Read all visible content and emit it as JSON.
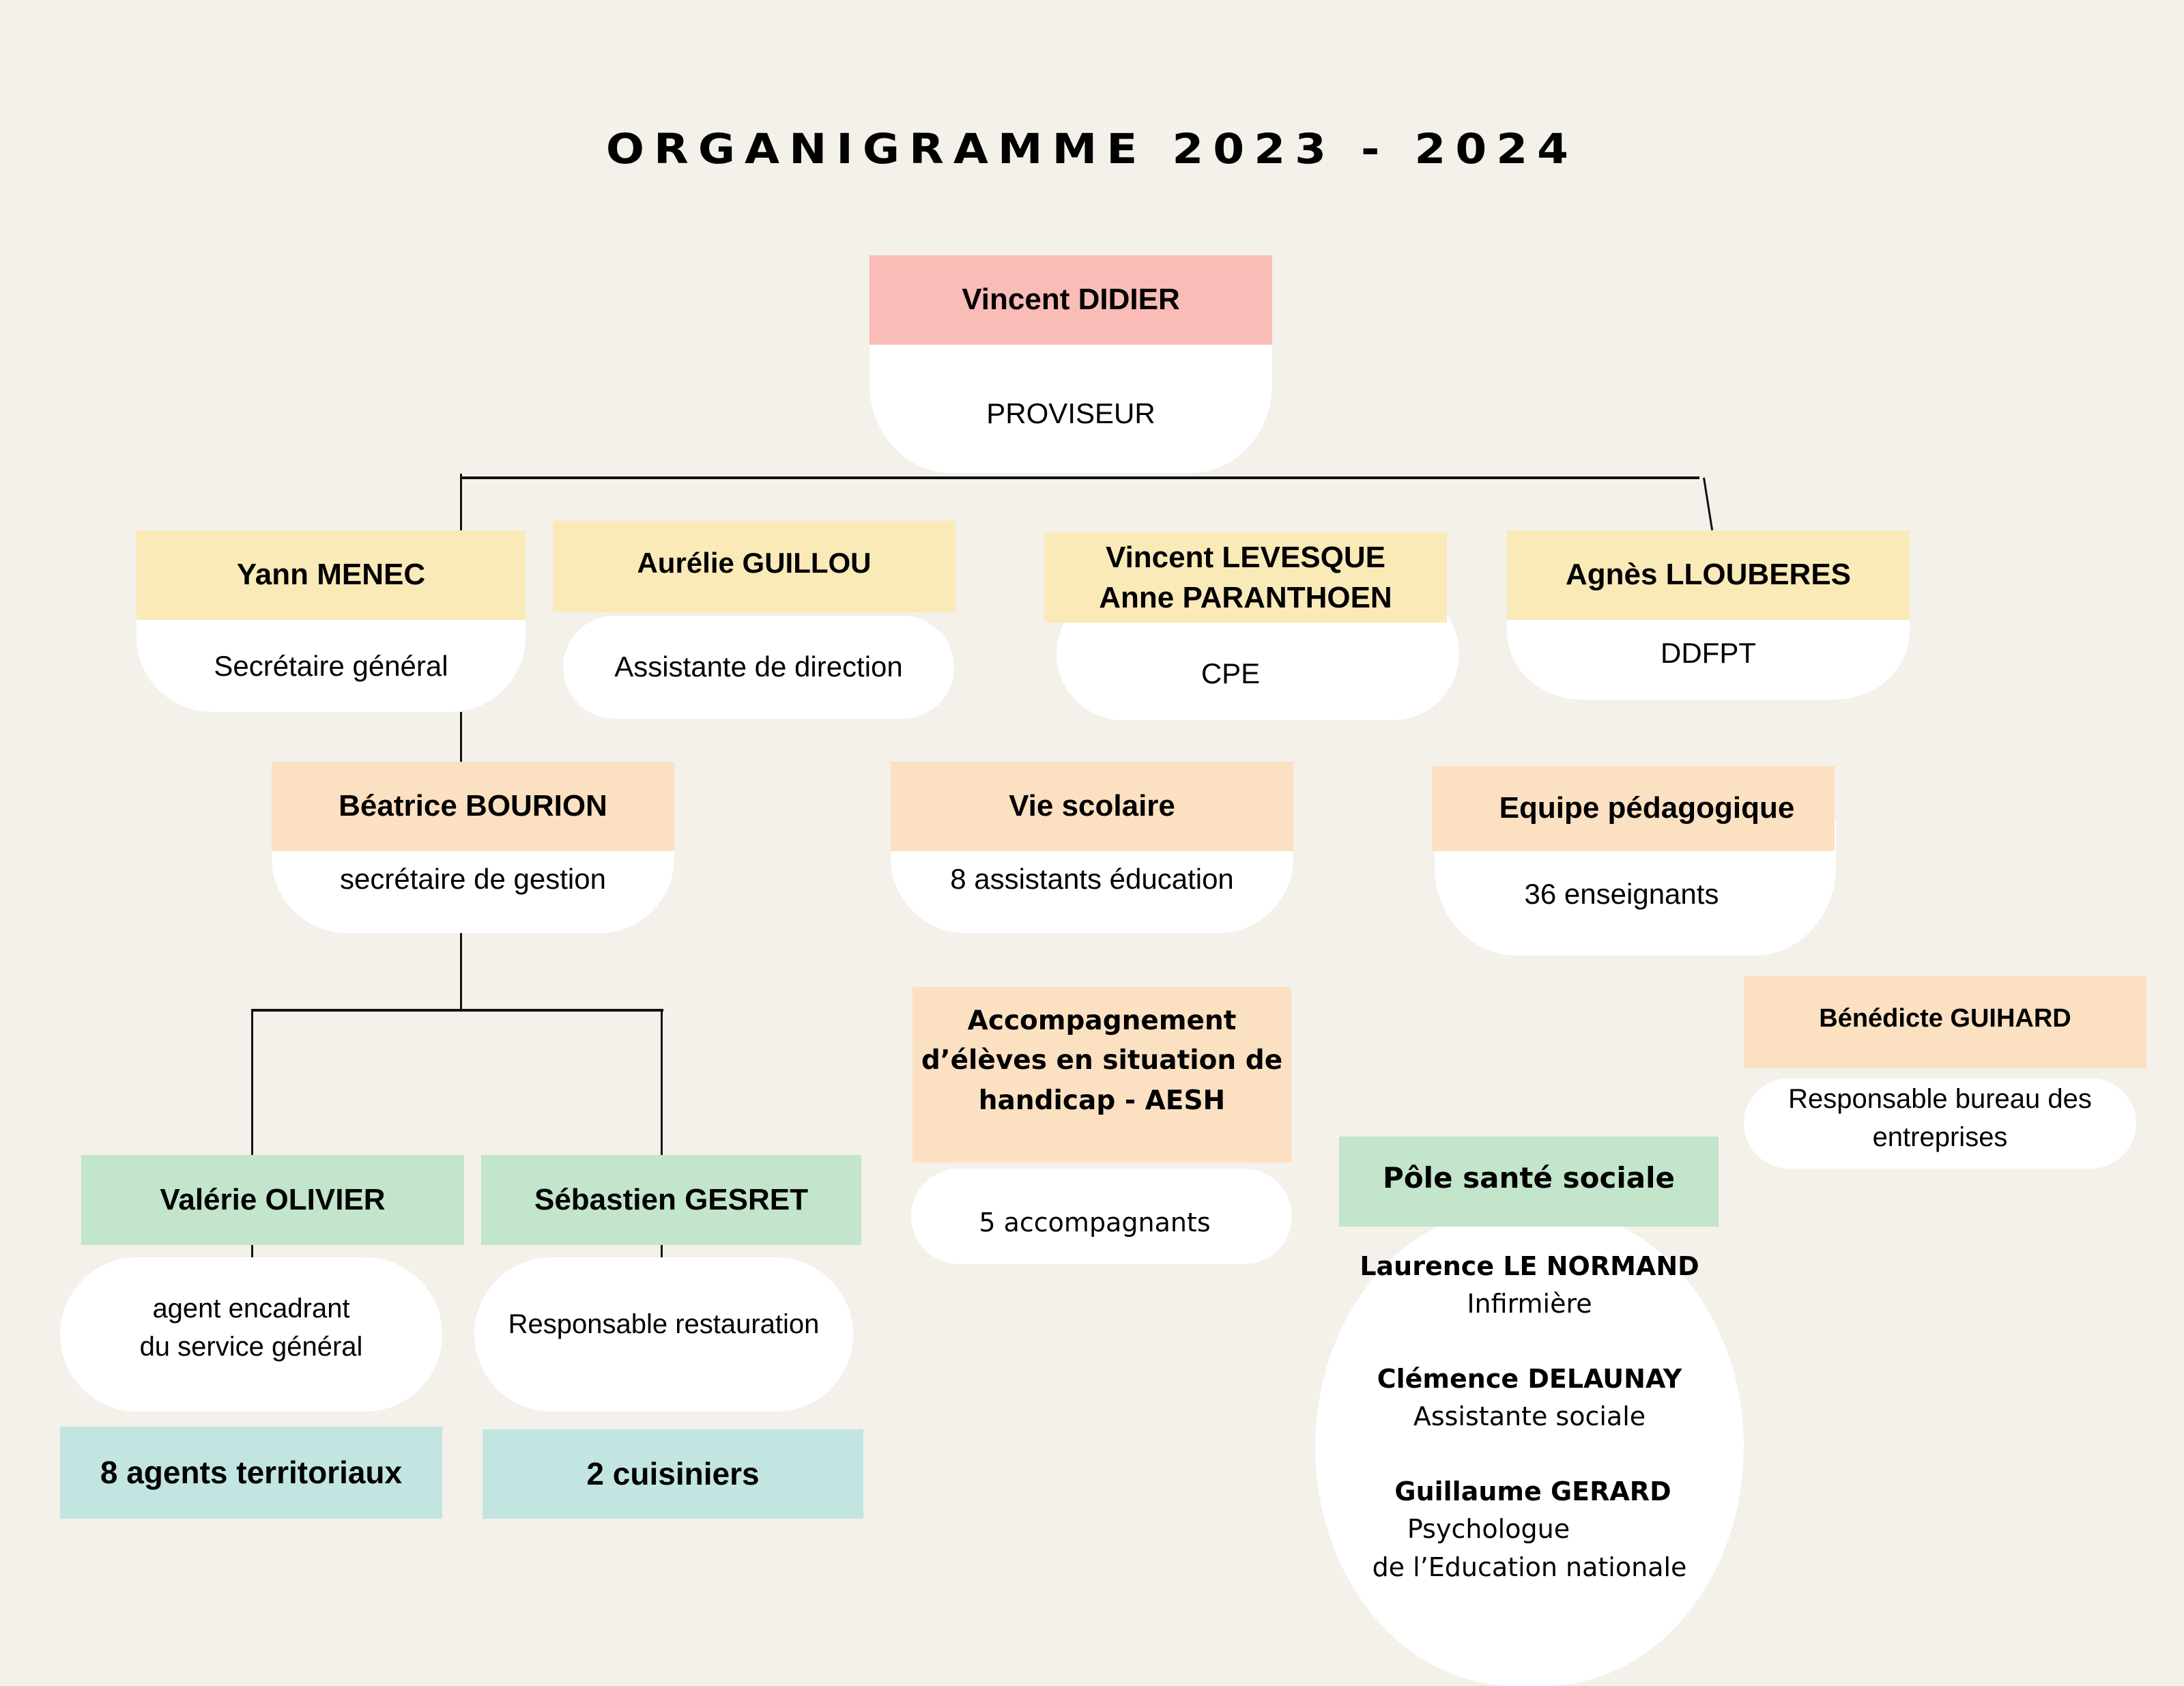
{
  "title": "ORGANIGRAMME 2023 - 2024",
  "colors": {
    "background": "#F4F0EA",
    "direction": "#F9BCB6",
    "management": "#FAEAB8",
    "services": "#FCE0C2",
    "teams": "#C2E5CC",
    "staff": "#C2E5E2",
    "role_bubble": "#FFFFFF"
  },
  "head": {
    "name": "Vincent DIDIER",
    "role": "PROVISEUR"
  },
  "management": [
    {
      "name": "Yann MENEC",
      "role": "Secrétaire général"
    },
    {
      "name": "Aurélie GUILLOU",
      "role": "Assistante de direction"
    },
    {
      "name_line1": "Vincent LEVESQUE",
      "name_line2": "Anne PARANTHOEN",
      "role": "CPE"
    },
    {
      "name": "Agnès LLOUBERES",
      "role": "DDFPT"
    }
  ],
  "services": {
    "gestion": {
      "name": "Béatrice BOURION",
      "role": "secrétaire de gestion"
    },
    "vie_scolaire": {
      "name": "Vie scolaire",
      "role": "8 assistants éducation"
    },
    "equipe": {
      "name": "Equipe pédagogique",
      "role": "36 enseignants"
    },
    "aesh": {
      "line1": "Accompagnement",
      "line2": "d’élèves en situation de",
      "line3": "handicap - AESH",
      "role": "5 accompagnants"
    },
    "bde": {
      "name": "Bénédicte GUIHARD",
      "role_line1": "Responsable bureau des",
      "role_line2": "entreprises"
    }
  },
  "teams": {
    "general": {
      "name": "Valérie OLIVIER",
      "role_line1": "agent encadrant",
      "role_line2": "du service général",
      "staff": "8 agents territoriaux"
    },
    "restauration": {
      "name": "Sébastien GESRET",
      "role": "Responsable restauration",
      "staff": "2 cuisiniers"
    }
  },
  "sante": {
    "title": "Pôle santé sociale",
    "members": [
      {
        "name": "Laurence LE NORMAND",
        "role": "Infirmière"
      },
      {
        "name": "Clémence DELAUNAY",
        "role": "Assistante sociale"
      },
      {
        "name": "Guillaume GERARD",
        "role_line1": "Psychologue",
        "role_line2": "de l’Education nationale"
      }
    ]
  }
}
